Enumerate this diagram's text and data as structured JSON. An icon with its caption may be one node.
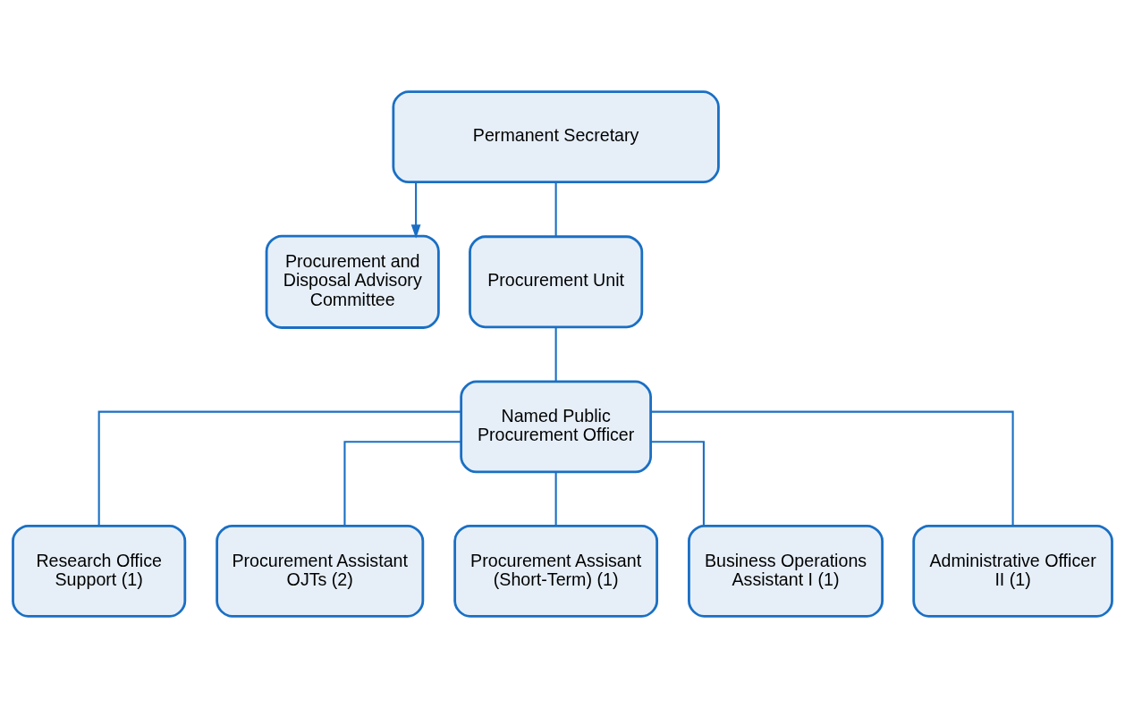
{
  "diagram": {
    "nodes": [
      {
        "text": [
          "Permanent Secretary"
        ]
      },
      {
        "text": [
          "Procurement and Disposal Advisory Committee"
        ]
      },
      {
        "text": [
          "Procurement Unit"
        ]
      },
      {
        "text": [
          "Named Public Procurement Officer"
        ]
      },
      {
        "text": [
          "Research Office Support (1)"
        ]
      },
      {
        "text": [
          "Procurement Assistant OJTs (2)"
        ]
      },
      {
        "text": [
          "Procurement Assisant (Short-Term) (1)"
        ]
      },
      {
        "text": [
          "Business Operations Assistant I (1)"
        ]
      },
      {
        "text": [
          "Administrative Officer II (1)"
        ]
      }
    ],
    "edges": [
      {
        "from": 0,
        "to": 1,
        "arrow": "to"
      },
      {
        "from": 0,
        "to": 2,
        "arrow": "none"
      },
      {
        "from": 2,
        "to": 3,
        "arrow": "none"
      },
      {
        "from": 3,
        "to": 4,
        "arrow": "none"
      },
      {
        "from": 3,
        "to": 5,
        "arrow": "none"
      },
      {
        "from": 3,
        "to": 6,
        "arrow": "none"
      },
      {
        "from": 3,
        "to": 7,
        "arrow": "none"
      },
      {
        "from": 3,
        "to": 8,
        "arrow": "none"
      }
    ]
  }
}
